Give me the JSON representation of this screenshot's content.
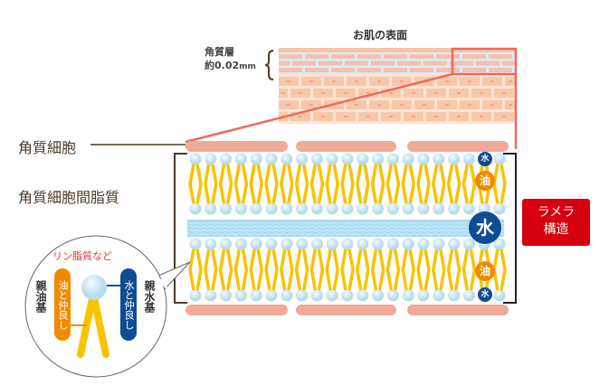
{
  "labels": {
    "skin_surface": "お肌の表面",
    "stratum_corneum": "角質層",
    "thickness_prefix": "約0.02",
    "thickness_unit": "mm",
    "corneocyte": "角質細胞",
    "intercellular_lipid": "角質細胞間脂質",
    "lamellar_structure": "ラメラ構造"
  },
  "badges": {
    "water": "水",
    "oil": "油"
  },
  "inset": {
    "title": "リン脂質など",
    "oil_friendly": "油と仲良し",
    "water_friendly": "水と仲良し",
    "lipophilic": "親油基",
    "hydrophilic": "親水基"
  },
  "colors": {
    "accent_red": "#d7000f",
    "water_blue": "#0f4c94",
    "oil_orange": "#f08a00",
    "tail_yellow": "#f7c400",
    "cell_pink": "#f0aa98"
  }
}
